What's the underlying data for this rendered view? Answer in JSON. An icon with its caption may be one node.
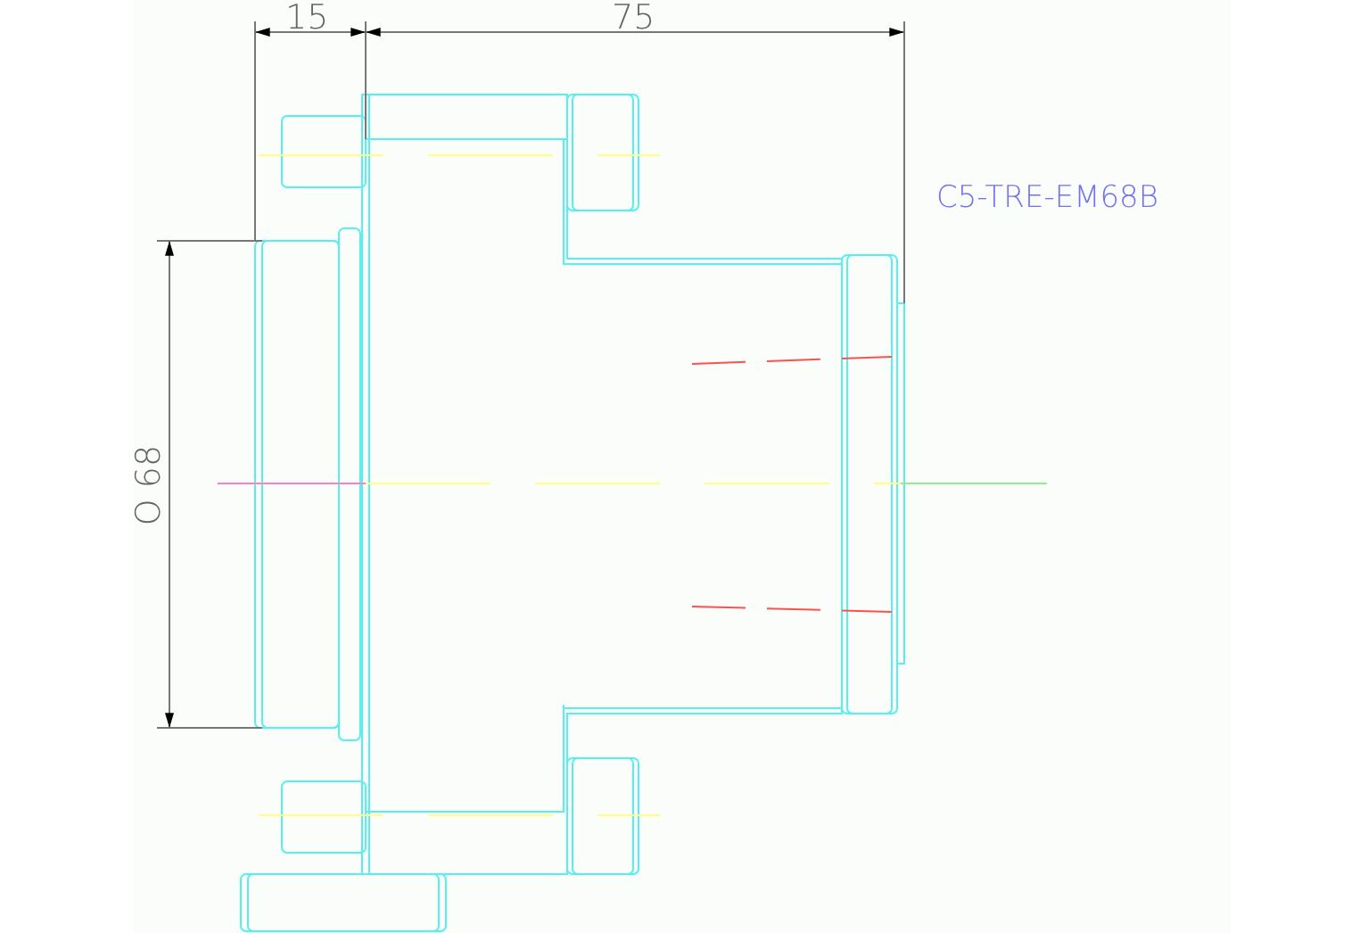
{
  "diagram": {
    "labels": [
      "15",
      "75",
      "O 68",
      "C5-TRE-EM68B"
    ]
  }
}
